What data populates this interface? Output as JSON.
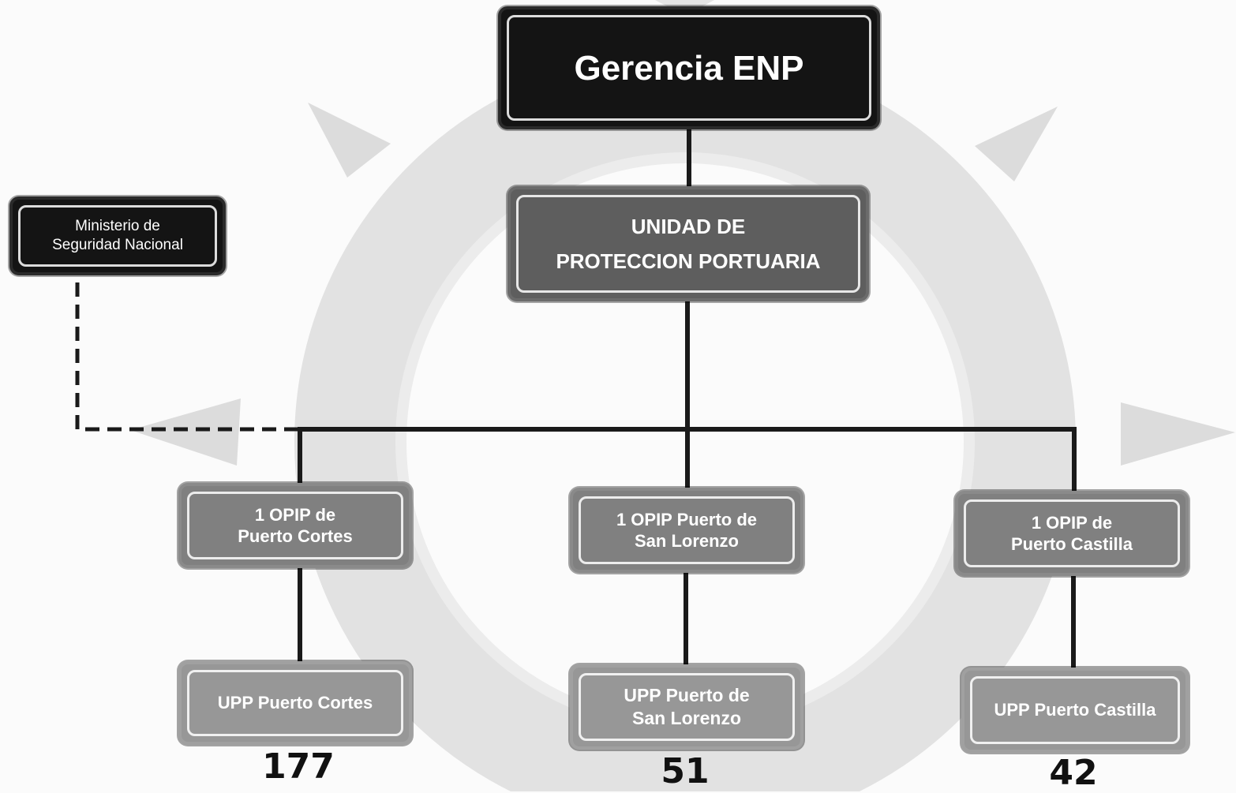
{
  "top": {
    "label": "Gerencia ENP"
  },
  "ministry": {
    "label": "Ministerio de\nSeguridad Nacional"
  },
  "unit": {
    "label": "UNIDAD DE\nPROTECCION PORTUARIA"
  },
  "branches": [
    {
      "opip": "1 OPIP de\nPuerto Cortes",
      "upp": "UPP Puerto Cortes",
      "count": "177"
    },
    {
      "opip": "1 OPIP Puerto de\nSan Lorenzo",
      "upp": "UPP Puerto de\nSan Lorenzo",
      "count": "51"
    },
    {
      "opip": "1 OPIP de\nPuerto Castilla",
      "upp": "UPP Puerto Castilla",
      "count": "42"
    }
  ],
  "colors": {
    "dark_box": "#141414",
    "mid_box": "#5e5e5e",
    "branch_box": "#808080",
    "leaf_box": "#979797",
    "connector": "#1a1a1a"
  }
}
